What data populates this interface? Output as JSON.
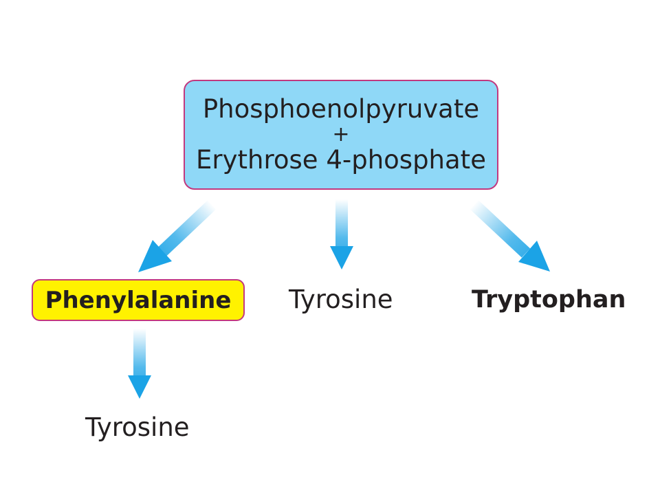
{
  "source": {
    "line1": "Phosphoenolpyruvate",
    "plus": "+",
    "line2": "Erythrose 4-phosphate",
    "fill": "#8fd8f7",
    "border": "#c2387e"
  },
  "products": {
    "phenylalanine": "Phenylalanine",
    "tyrosine": "Tyrosine",
    "tryptophan": "Tryptophan",
    "phenylalanine_fill": "#fff200"
  },
  "secondary": {
    "tyrosine": "Tyrosine"
  },
  "arrows": [
    {
      "from": "source",
      "to": "phenylalanine"
    },
    {
      "from": "source",
      "to": "tyrosine"
    },
    {
      "from": "source",
      "to": "tryptophan"
    },
    {
      "from": "phenylalanine",
      "to": "tyrosine"
    }
  ],
  "arrow_color": "#1ba3e6"
}
